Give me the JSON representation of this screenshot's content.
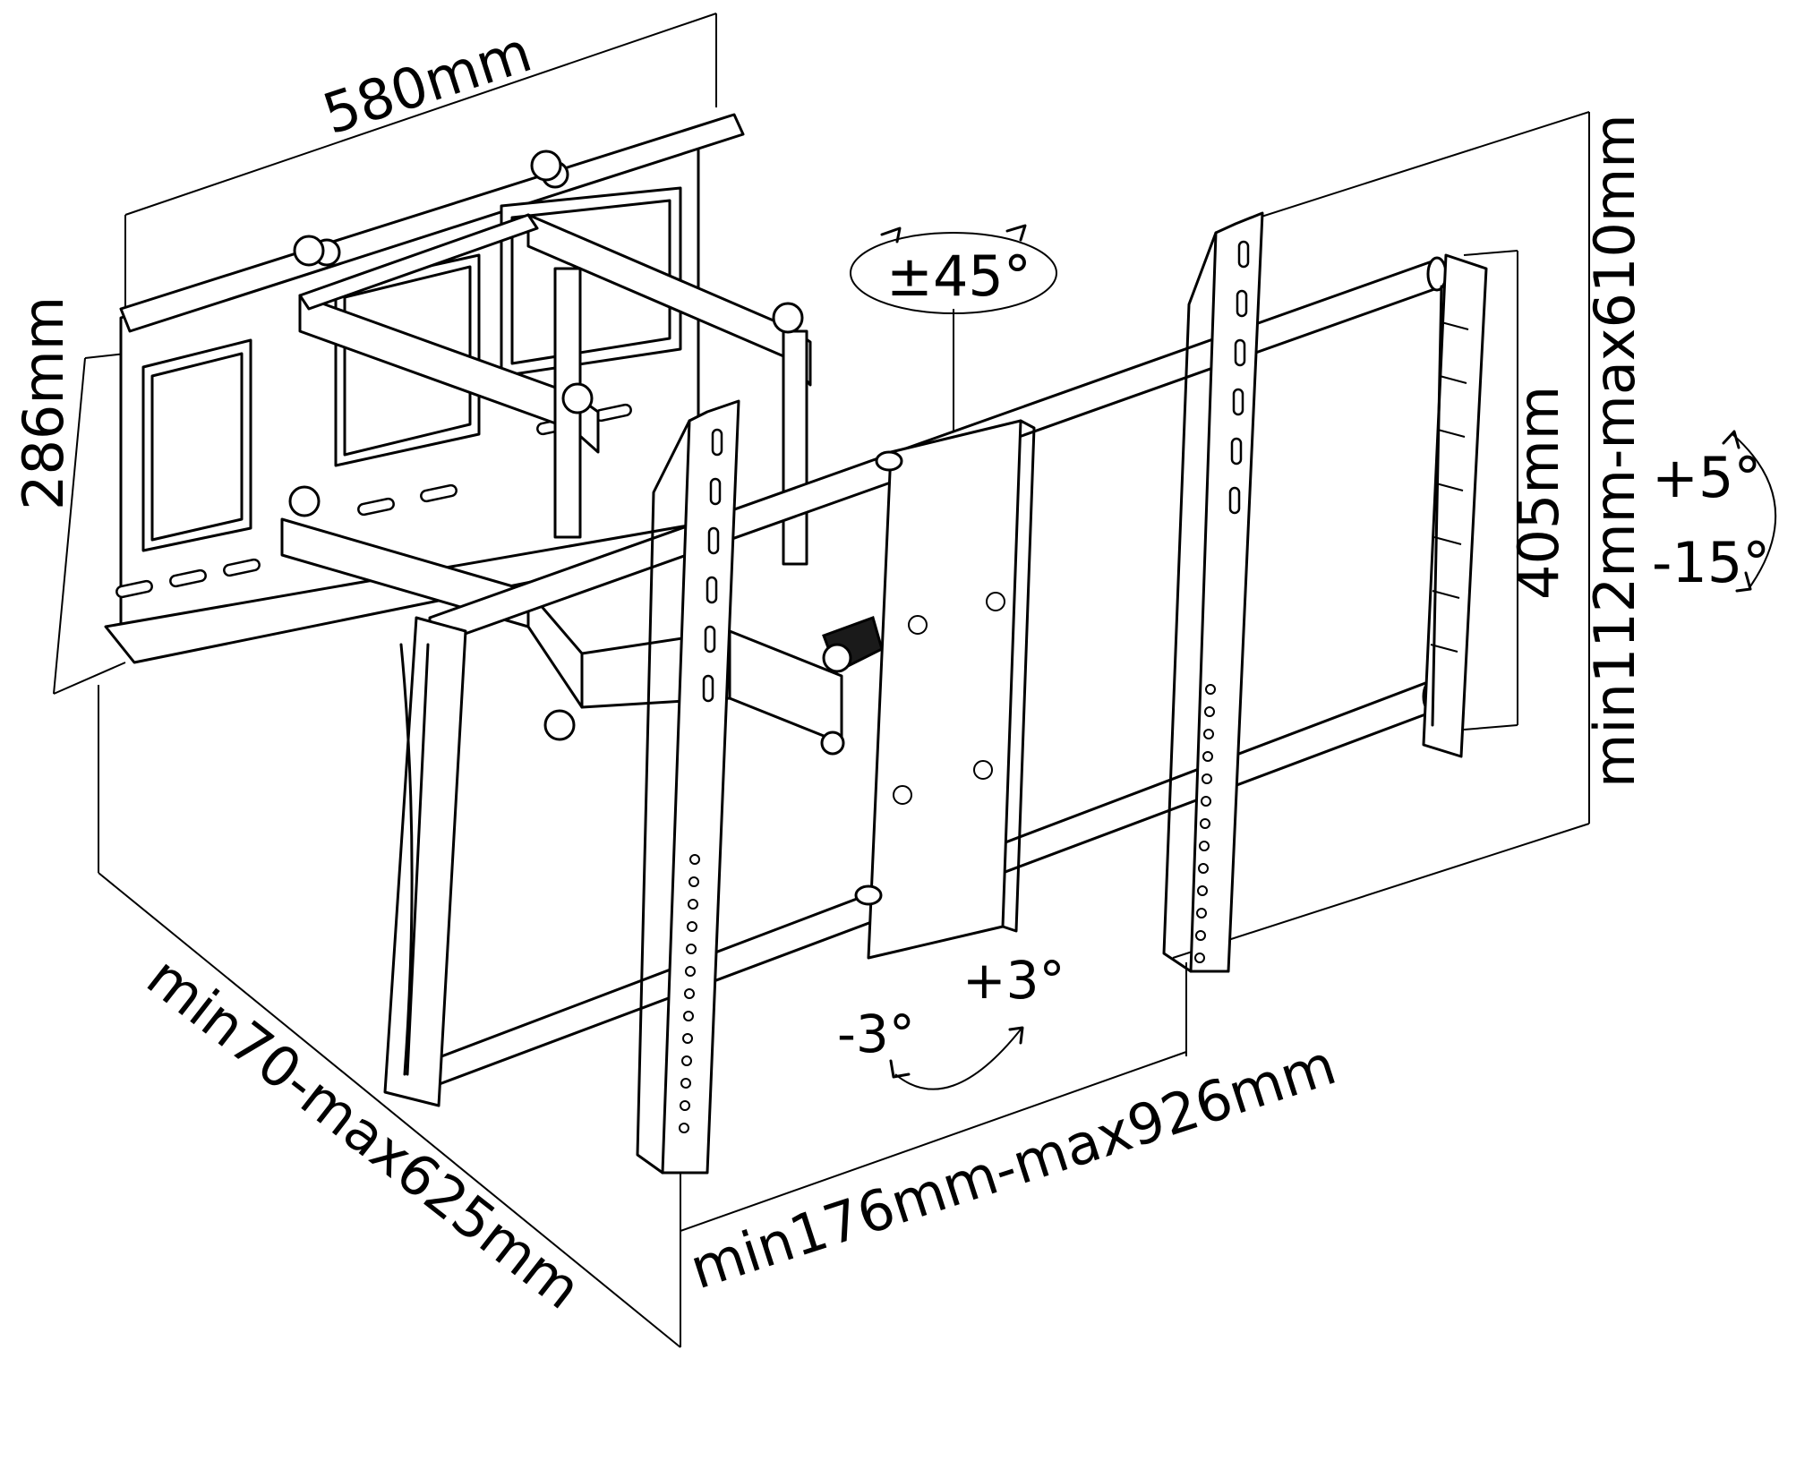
{
  "labels": {
    "wall_width": "580mm",
    "wall_height": "286mm",
    "swivel": "±45°",
    "tilt_up": "+5°",
    "tilt_down": "-15°",
    "vesa_height": "405mm",
    "height_range": "min112mm-max610mm",
    "depth_range": "min70-max625mm",
    "vesa_width_range": "min176mm-max926mm",
    "level_minus": "-3°",
    "level_plus": "+3°"
  },
  "colors": {
    "line": "#000000",
    "background": "#ffffff"
  }
}
